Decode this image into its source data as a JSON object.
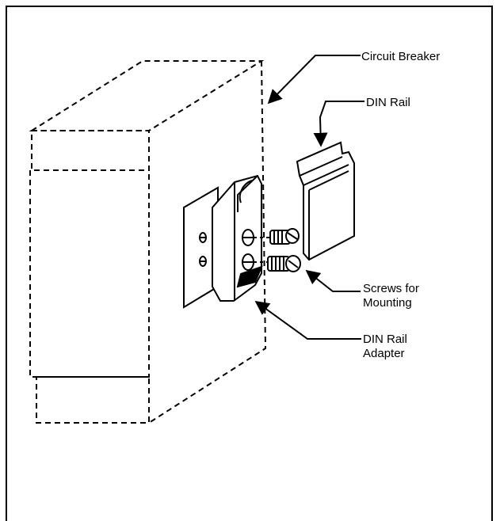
{
  "labels": {
    "circuit_breaker": "Circuit Breaker",
    "din_rail": "DIN Rail",
    "screws_line1": "Screws for",
    "screws_line2": "Mounting",
    "adapter_line1": "DIN Rail",
    "adapter_line2": "Adapter"
  }
}
